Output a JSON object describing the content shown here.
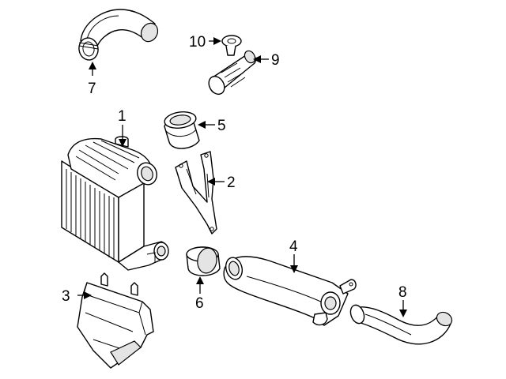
{
  "colors": {
    "background": "#ffffff",
    "line": "#000000",
    "shade": "#e4e4e4"
  },
  "callouts": {
    "c1": "1",
    "c2": "2",
    "c3": "3",
    "c4": "4",
    "c5": "5",
    "c6": "6",
    "c7": "7",
    "c8": "8",
    "c9": "9",
    "c10": "10"
  }
}
